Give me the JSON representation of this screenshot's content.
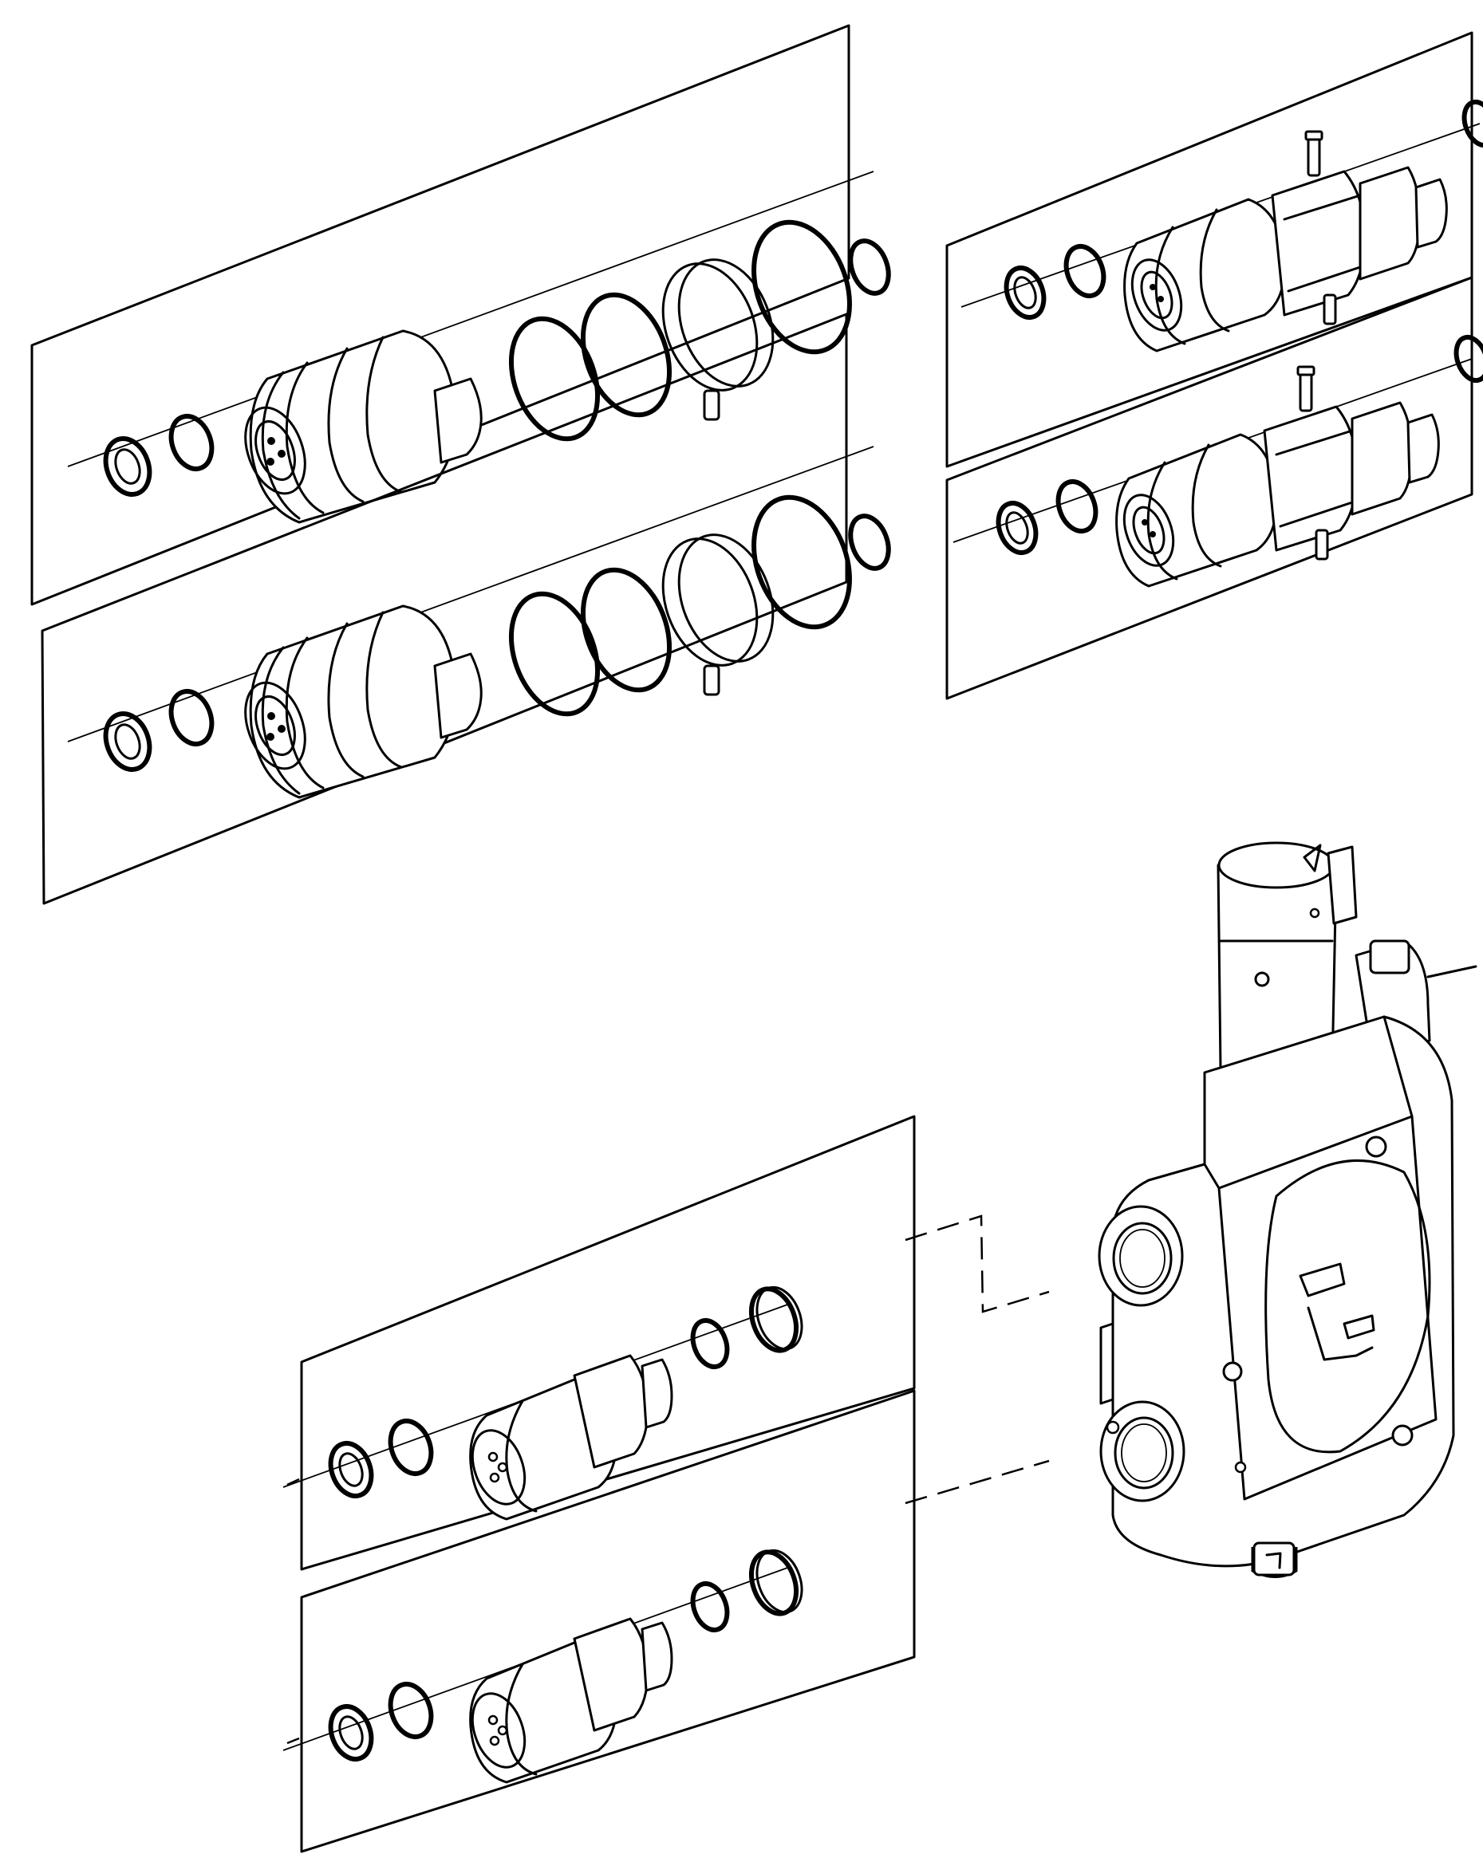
{
  "diagram": {
    "description_visible_text": [],
    "colors": {
      "stroke": "#000000",
      "background": "#ffffff"
    },
    "panels": [
      {
        "id": "kit-a1",
        "label": ""
      },
      {
        "id": "kit-a2",
        "label": ""
      },
      {
        "id": "kit-b1",
        "label": ""
      },
      {
        "id": "kit-b2",
        "label": ""
      },
      {
        "id": "kit-c1",
        "label": ""
      },
      {
        "id": "kit-c2",
        "label": ""
      }
    ]
  }
}
